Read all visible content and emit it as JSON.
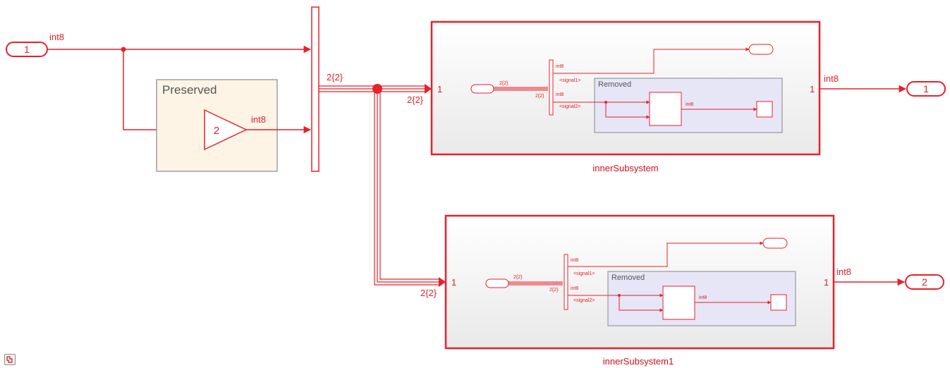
{
  "diagram": {
    "colors": {
      "signal": "#e8202a",
      "preserved_fill": "#fdf4e6",
      "removed_fill": "#e6e6f7",
      "subsystem_fill": "#f2f2f2",
      "area_border": "#888888"
    },
    "inport_1": {
      "label": "1"
    },
    "outport_1": {
      "label": "1"
    },
    "outport_2": {
      "label": "2"
    },
    "input_signal_type": "int8",
    "preserved_area": {
      "title": "Preserved"
    },
    "gain_block": {
      "value": "2",
      "output_type": "int8"
    },
    "bus_signal_type": "2{2}",
    "inner_subsystem": {
      "name": "innerSubsystem",
      "in_port": "1",
      "out_port": "1",
      "in_type": "2{2}",
      "out_type": "int8",
      "content": {
        "bus_type": "2{2}",
        "bus_type_small": "2{2}",
        "sig1_type": "int8",
        "sig1_name": "<signal1>",
        "sig2_type": "int8",
        "sig2_name": "<signal2>",
        "area_title": "Removed",
        "inner_out_type": "int8"
      }
    },
    "inner_subsystem_1": {
      "name": "innerSubsystem1",
      "in_port": "1",
      "out_port": "1",
      "in_type": "2{2}",
      "out_type": "int8",
      "content": {
        "bus_type": "2{2}",
        "bus_type_small": "2{2}",
        "sig1_type": "int8",
        "sig1_name": "<signal1>",
        "sig2_type": "int8",
        "sig2_name": "<signal2>",
        "area_title": "Removed",
        "inner_out_type": "int8"
      }
    }
  }
}
